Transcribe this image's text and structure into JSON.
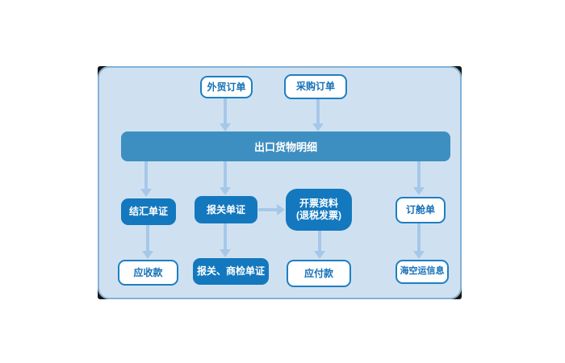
{
  "diagram": {
    "top_row": {
      "foreign_trade_order": "外贸订单",
      "purchase_order": "采购订单"
    },
    "bar": {
      "export_goods_detail": "出口货物明细"
    },
    "mid_row": {
      "settlement_docs": "结汇单证",
      "customs_docs": "报关单证",
      "invoice_info_line1": "开票资料",
      "invoice_info_line2": "(退税发票)",
      "booking_note": "订舱单"
    },
    "bottom_row": {
      "receivables": "应收款",
      "customs_inspection_docs": "报关、商检单证",
      "payables": "应付款",
      "sea_air_freight_info": "海空运信息"
    },
    "colors": {
      "board_bg": "#cfe1f1",
      "board_border": "#85b1d6",
      "bar_bg": "#3e8fc1",
      "solid_node_bg": "#1478be",
      "outline_node_border": "#1e7fc2",
      "outline_node_text": "#1470b8",
      "arrow": "#a6c8e8"
    }
  }
}
